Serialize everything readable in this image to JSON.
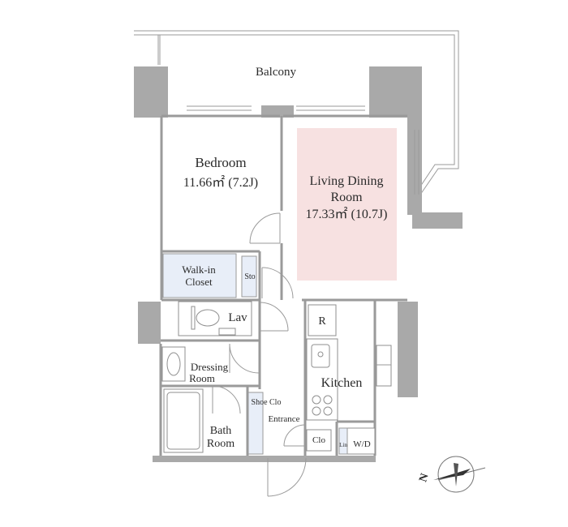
{
  "labels": {
    "balcony": "Balcony",
    "bedroom": "Bedroom",
    "bedroom_area": "11.66㎡ (7.2J)",
    "living_line1": "Living Dining",
    "living_line2": "Room",
    "living_area": "17.33㎡ (10.7J)",
    "walkin_line1": "Walk-in",
    "walkin_line2": "Closet",
    "sto": "Sto",
    "lav": "Lav",
    "r": "R",
    "dressing_line1": "Dressing",
    "dressing_line2": "Room",
    "kitchen": "Kitchen",
    "shoe_clo": "Shoe Clo",
    "entrance": "Entrance",
    "bath_line1": "Bath",
    "bath_line2": "Room",
    "clo": "Clo",
    "lin": "Lin",
    "wd": "W/D",
    "north": "N"
  },
  "colors": {
    "wall": "#a9a9a9",
    "living_highlight": "#f7e1e1",
    "storage_fill": "#e8eef8",
    "text": "#2b2b2b"
  }
}
